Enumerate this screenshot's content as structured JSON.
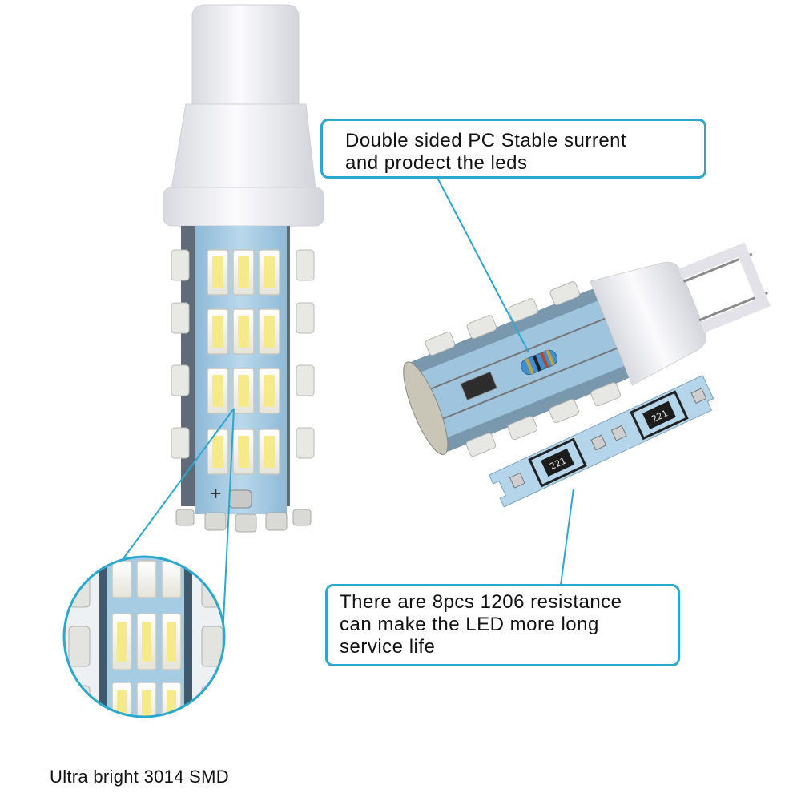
{
  "callouts": {
    "top": {
      "line1": "Double sided PC Stable surrent",
      "line2": "and prodect the leds"
    },
    "bottom": {
      "line1": "There are 8pcs 1206 resistance",
      "line2": "can make the LED more long",
      "line3": "service life"
    }
  },
  "caption": "Ultra bright 3014 SMD",
  "components": {
    "resistor_code_a": "221",
    "resistor_code_b": "221",
    "polarity_mark": "+"
  },
  "colors": {
    "accent": "#2aa8cf",
    "board": "#a9cde4",
    "led": "#f2f2ea",
    "led_chip": "#f6e98a",
    "socket": "#f3f3f6"
  }
}
